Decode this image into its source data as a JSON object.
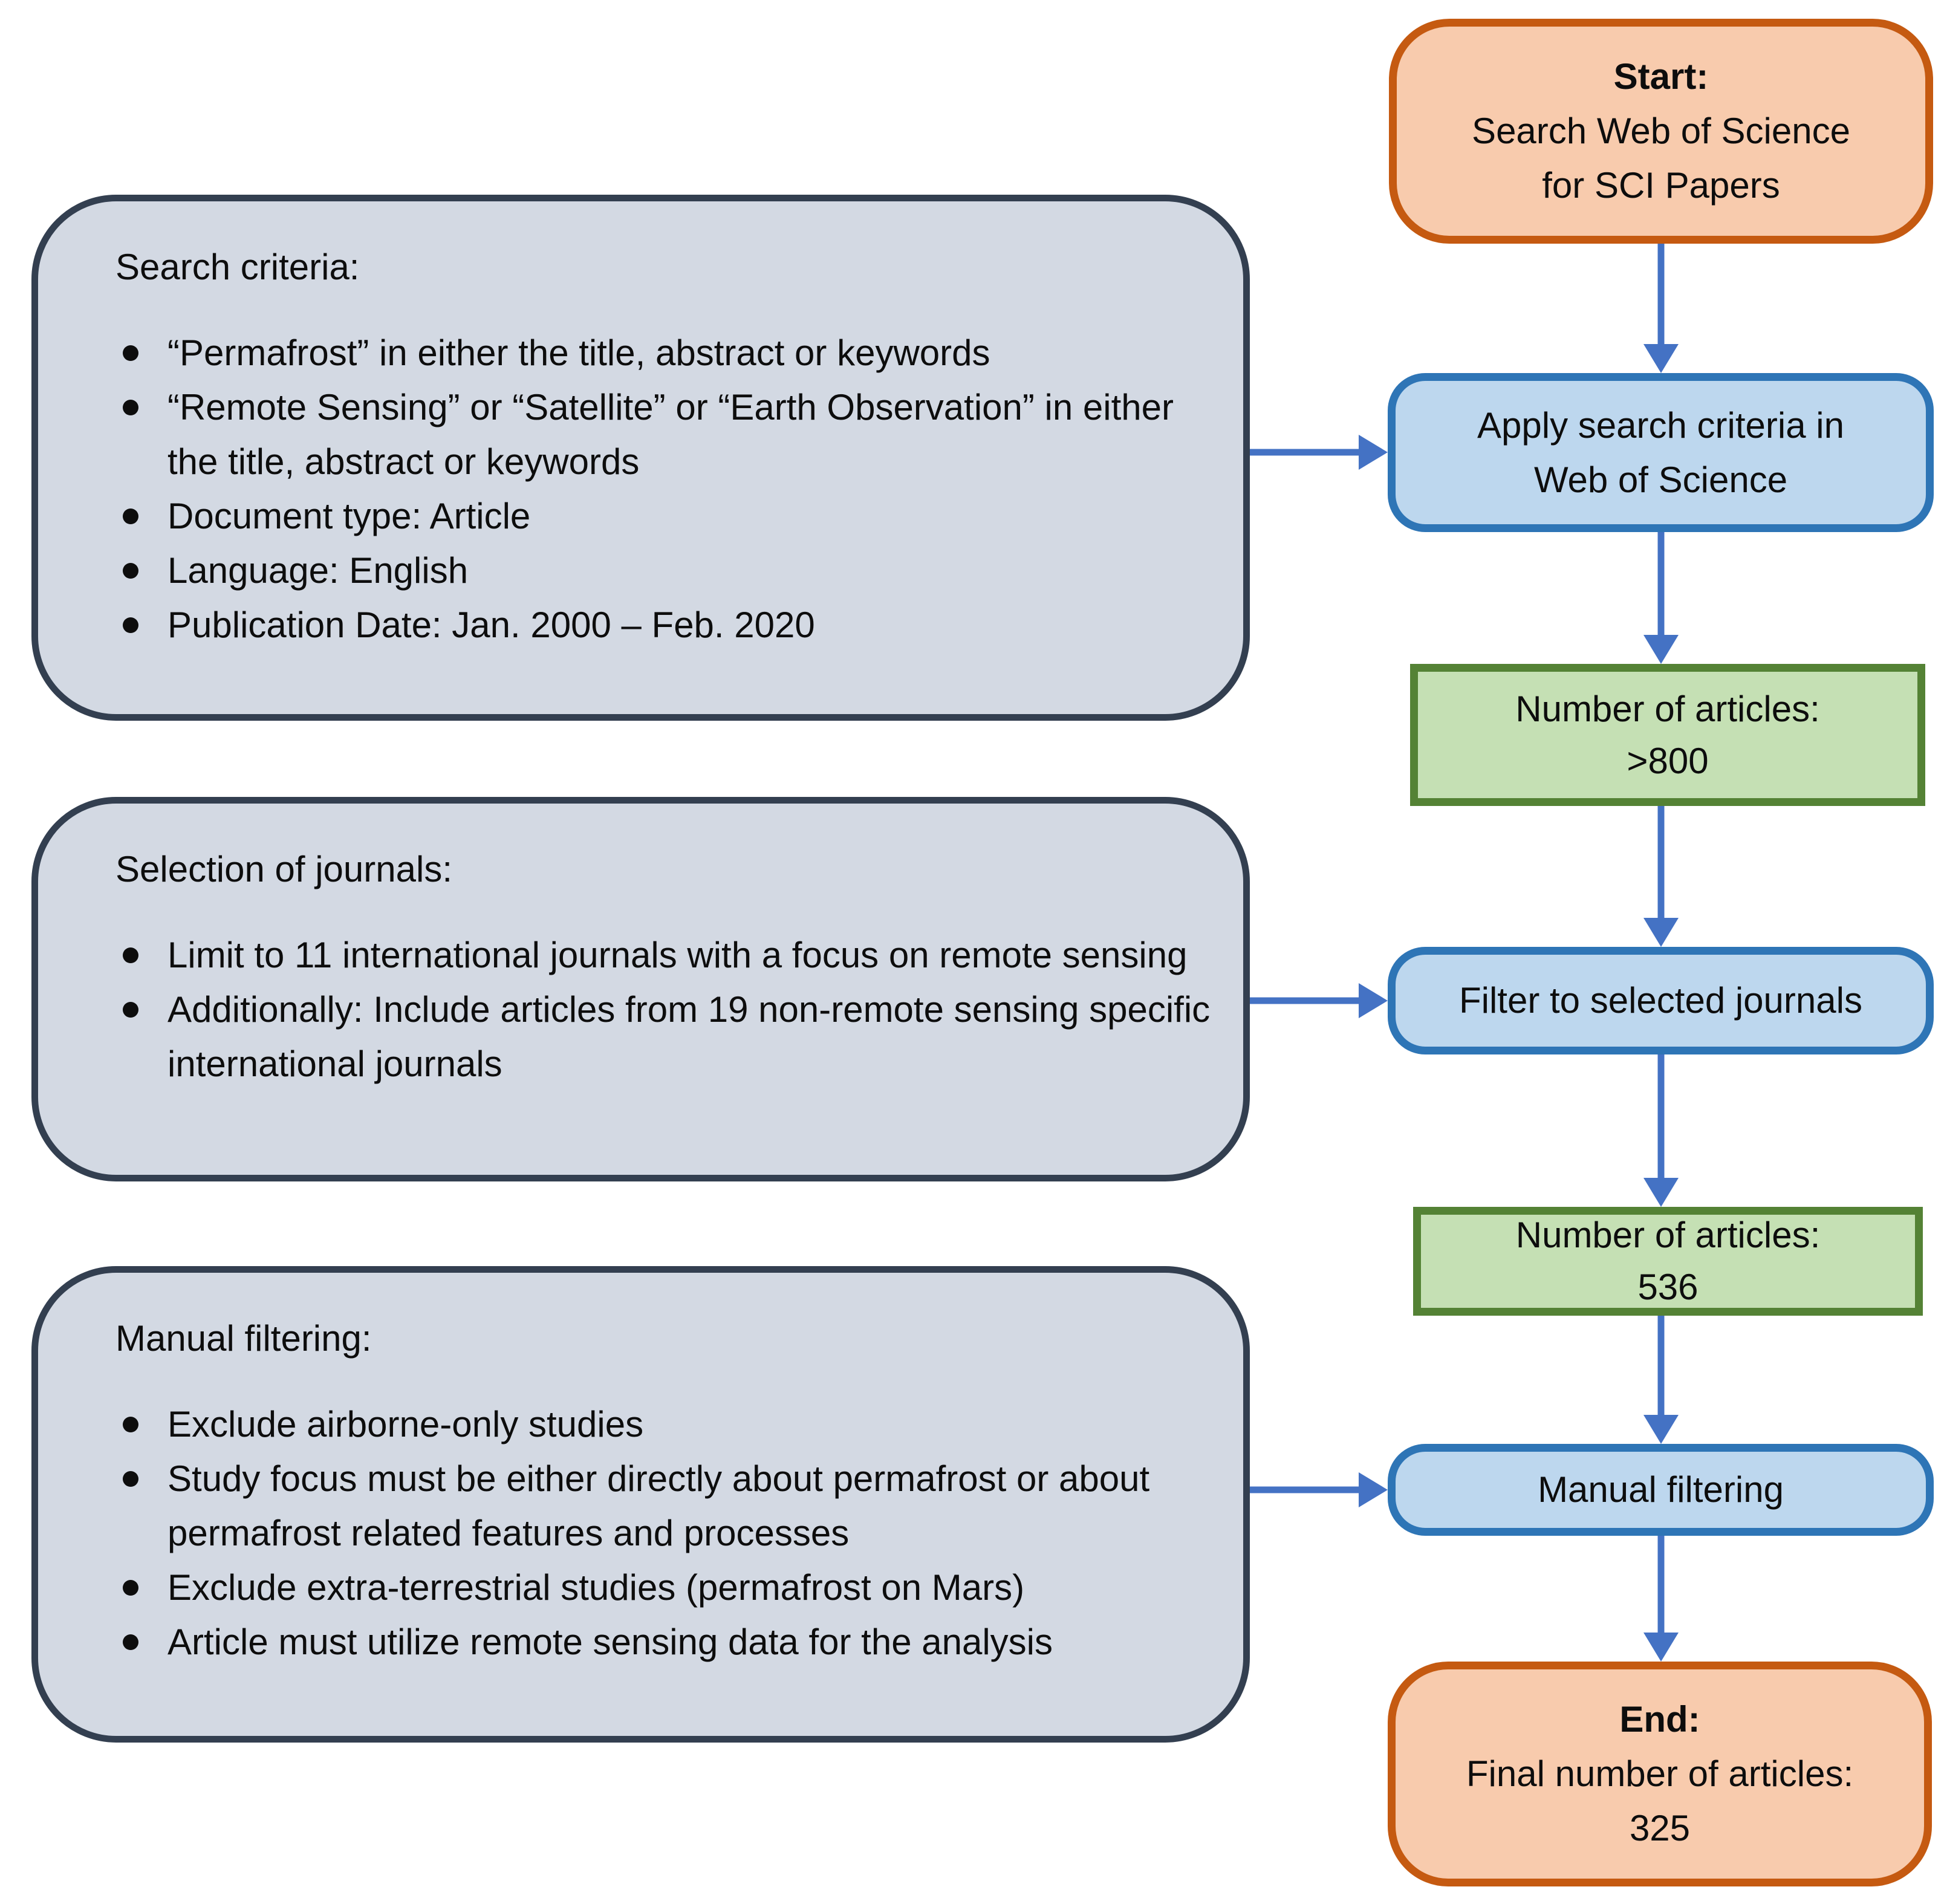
{
  "colors": {
    "arrow": "#4472C4",
    "panel-fill": "#D3D9E3",
    "panel-border": "#333F50",
    "terminal-fill": "#F8CBAD",
    "terminal-border": "#C55A11",
    "process-fill": "#BDD7EE",
    "process-border": "#2E75B6",
    "count-fill": "#C5E0B4",
    "count-border": "#548235",
    "ink": "#0D0D0D"
  },
  "panels": [
    {
      "title": "Search criteria:",
      "bullets": [
        "“Permafrost” in either the title, abstract or keywords",
        "“Remote Sensing” or “Satellite” or “Earth Observation” in either the title, abstract or keywords",
        "Document type: Article",
        "Language: English",
        "Publication Date: Jan. 2000 – Feb. 2020"
      ]
    },
    {
      "title": "Selection of journals:",
      "bullets": [
        "Limit to 11 international journals with a focus on remote sensing",
        "Additionally: Include articles from 19 non-remote sensing specific international journals"
      ]
    },
    {
      "title": "Manual filtering:",
      "bullets": [
        "Exclude airborne-only studies",
        "Study focus must be either directly about permafrost or about permafrost related features and processes",
        "Exclude extra-terrestrial studies (permafrost on Mars)",
        "Article must utilize remote sensing data for the analysis"
      ]
    }
  ],
  "flow": {
    "start": {
      "label": "Start:",
      "line2": "Search Web of Science",
      "line3": "for SCI Papers"
    },
    "apply": {
      "line1": "Apply search criteria in",
      "line2": "Web of Science"
    },
    "count1": {
      "line1": "Number of articles:",
      "line2": ">800"
    },
    "filter": {
      "line1": "Filter to selected journals"
    },
    "count2": {
      "line1": "Number of articles:",
      "line2": "536"
    },
    "manual": {
      "line1": "Manual filtering"
    },
    "end": {
      "label": "End:",
      "line2": "Final number of articles:",
      "line3": "325"
    }
  }
}
